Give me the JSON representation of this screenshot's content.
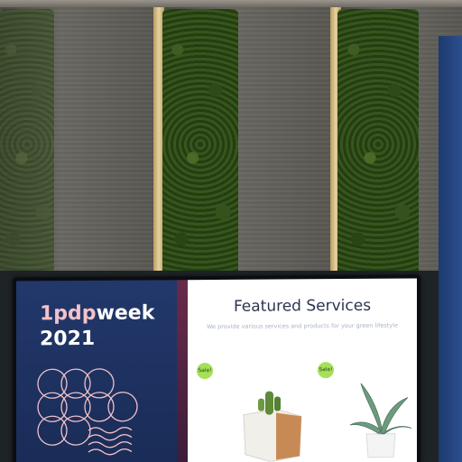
{
  "screen": {
    "brand_line1_a": "1pdp",
    "brand_line1_b": "week",
    "brand_line2": "2021",
    "title": "Featured Services",
    "subtitle": "We provide various services and products for your green lifestyle",
    "badge1": "Sale!",
    "badge2": "Sale!"
  },
  "colors": {
    "navy": "#22386b",
    "pink": "#f3c2c8",
    "sale_green": "#a6e05a"
  }
}
